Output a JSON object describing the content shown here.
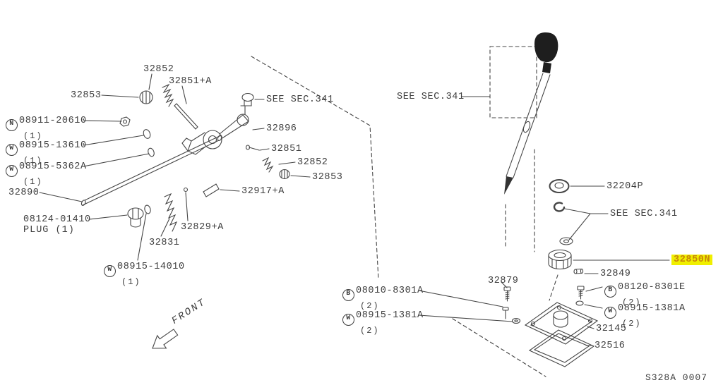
{
  "diagram": {
    "code": "S328A 0007",
    "front_label": "FRONT",
    "highlight_color": "#f0ef00",
    "highlight_text_color": "#c8860a",
    "line_color": "#454545"
  },
  "labels": {
    "p32852_top": {
      "text": "32852"
    },
    "p32851a": {
      "text": "32851+A"
    },
    "p32853_left": {
      "text": "32853"
    },
    "see_sec_left": {
      "text": "SEE SEC.341"
    },
    "n08911": {
      "prefix": "N",
      "text": "08911-20610",
      "qty": "(1)"
    },
    "p32896": {
      "text": "32896"
    },
    "w08915_13610": {
      "prefix": "W",
      "text": "08915-13610",
      "qty": "(1)"
    },
    "p32851": {
      "text": "32851"
    },
    "w08915_5362a": {
      "prefix": "W",
      "text": "08915-5362A",
      "qty": "(1)"
    },
    "p32852_right": {
      "text": "32852"
    },
    "p32853_right": {
      "text": "32853"
    },
    "p32890": {
      "text": "32890"
    },
    "p32917a": {
      "text": "32917+A"
    },
    "p08124": {
      "text": "08124-01410",
      "line2": "PLUG (1)"
    },
    "p32829a": {
      "text": "32829+A"
    },
    "p32831": {
      "text": "32831"
    },
    "w08915_14010": {
      "prefix": "W",
      "text": "08915-14010",
      "qty": "(1)"
    },
    "see_sec_right_top": {
      "text": "SEE SEC.341"
    },
    "p32204p": {
      "text": "32204P"
    },
    "see_sec_right_mid": {
      "text": "SEE SEC.341"
    },
    "p32850n": {
      "text": "32850N"
    },
    "p32849": {
      "text": "32849"
    },
    "p32879": {
      "text": "32879"
    },
    "b08010": {
      "prefix": "B",
      "text": "08010-8301A",
      "qty": "(2)"
    },
    "b08120": {
      "prefix": "B",
      "text": "08120-8301E",
      "qty": "(2)"
    },
    "w08915_1381a_left": {
      "prefix": "W",
      "text": "08915-1381A",
      "qty": "(2)"
    },
    "w08915_1381a_right": {
      "prefix": "W",
      "text": "08915-1381A",
      "qty": "(2)"
    },
    "p32145": {
      "text": "32145"
    },
    "p32516": {
      "text": "32516"
    }
  }
}
